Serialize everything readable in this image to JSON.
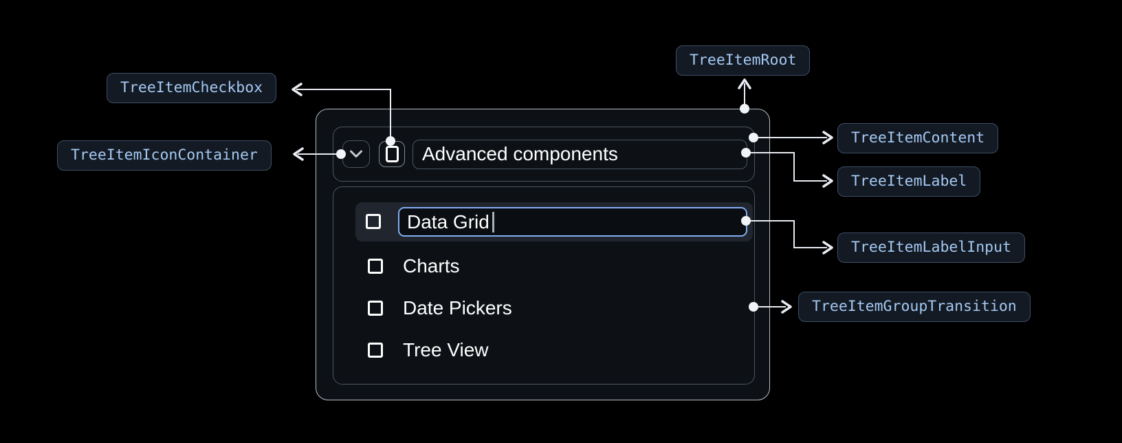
{
  "annotations": {
    "root": "TreeItemRoot",
    "checkbox": "TreeItemCheckbox",
    "icon_container": "TreeItemIconContainer",
    "content": "TreeItemContent",
    "label": "TreeItemLabel",
    "label_input": "TreeItemLabelInput",
    "group_transition": "TreeItemGroupTransition"
  },
  "tree": {
    "parent": {
      "label": "Advanced components"
    },
    "editing_item": {
      "value": "Data Grid"
    },
    "items": [
      "Charts",
      "Date Pickers",
      "Tree View"
    ]
  },
  "icons": {
    "chevron": "chevron-down-icon",
    "checkbox": "checkbox-unchecked-icon"
  },
  "colors": {
    "page_background": "#000000",
    "card_background": "#0d1116",
    "card_border": "#b9bfc9",
    "inner_border": "#4d555f",
    "annotation_background": "#131a24",
    "annotation_border": "#3e4e66",
    "annotation_text": "#a5c9f2",
    "connector": "#e9edf3",
    "input_focus_border": "#83aef3",
    "row_highlight": "#20252e",
    "text": "#ffffff"
  }
}
